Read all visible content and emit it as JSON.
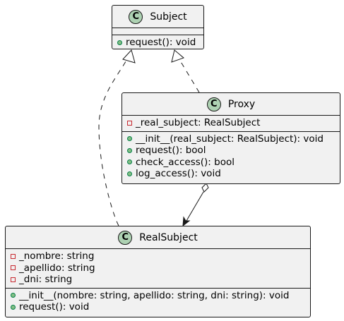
{
  "diagram": {
    "classes": {
      "subject": {
        "badge": "C",
        "name": "Subject",
        "attributes": [],
        "methods": [
          {
            "vis": "public",
            "text": "request(): void"
          }
        ]
      },
      "proxy": {
        "badge": "C",
        "name": "Proxy",
        "attributes": [
          {
            "vis": "private",
            "text": "_real_subject: RealSubject"
          }
        ],
        "methods": [
          {
            "vis": "public",
            "text": "__init__(real_subject: RealSubject): void"
          },
          {
            "vis": "public",
            "text": "request(): bool"
          },
          {
            "vis": "public",
            "text": "check_access(): bool"
          },
          {
            "vis": "public",
            "text": "log_access(): void"
          }
        ]
      },
      "realsubject": {
        "badge": "C",
        "name": "RealSubject",
        "attributes": [
          {
            "vis": "private",
            "text": "_nombre: string"
          },
          {
            "vis": "private",
            "text": "_apellido: string"
          },
          {
            "vis": "private",
            "text": "_dni: string"
          }
        ],
        "methods": [
          {
            "vis": "public",
            "text": "__init__(nombre: string, apellido: string, dni: string): void"
          },
          {
            "vis": "public",
            "text": "request(): void"
          }
        ]
      }
    },
    "relations": [
      {
        "from": "realsubject",
        "to": "subject",
        "type": "realization"
      },
      {
        "from": "proxy",
        "to": "subject",
        "type": "realization"
      },
      {
        "from": "proxy",
        "to": "realsubject",
        "type": "aggregation"
      }
    ],
    "colors": {
      "class_fill": "#f1f1f1",
      "border": "#181818",
      "badge_fill": "#add1b2",
      "public_fill": "#84be84",
      "public_border": "#038048",
      "private_border": "#c82930"
    }
  }
}
